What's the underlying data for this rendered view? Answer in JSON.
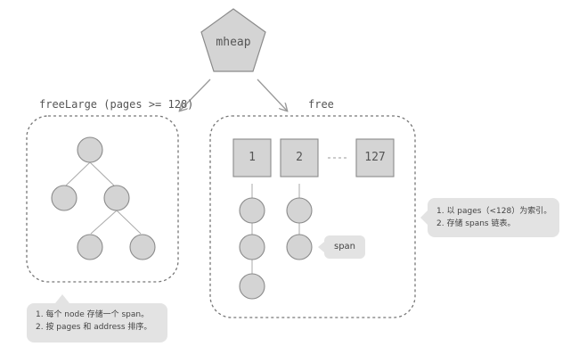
{
  "root": {
    "label": "mheap"
  },
  "free_large": {
    "title": "freeLarge (pages >= 128)"
  },
  "free": {
    "title": "free",
    "boxes": [
      "1",
      "2",
      "127"
    ],
    "span_label": "span"
  },
  "notes": {
    "left": [
      "1.  每个 node 存储一个 span。",
      "2.  按 pages 和 address 排序。"
    ],
    "right": [
      "1.  以 pages（<128）为索引。",
      "2.  存储 spans 链表。"
    ]
  },
  "colors": {
    "node_fill": "#d4d4d4",
    "node_stroke": "#8a8a8a",
    "line": "#999999",
    "note_bg": "#e3e3e3"
  }
}
